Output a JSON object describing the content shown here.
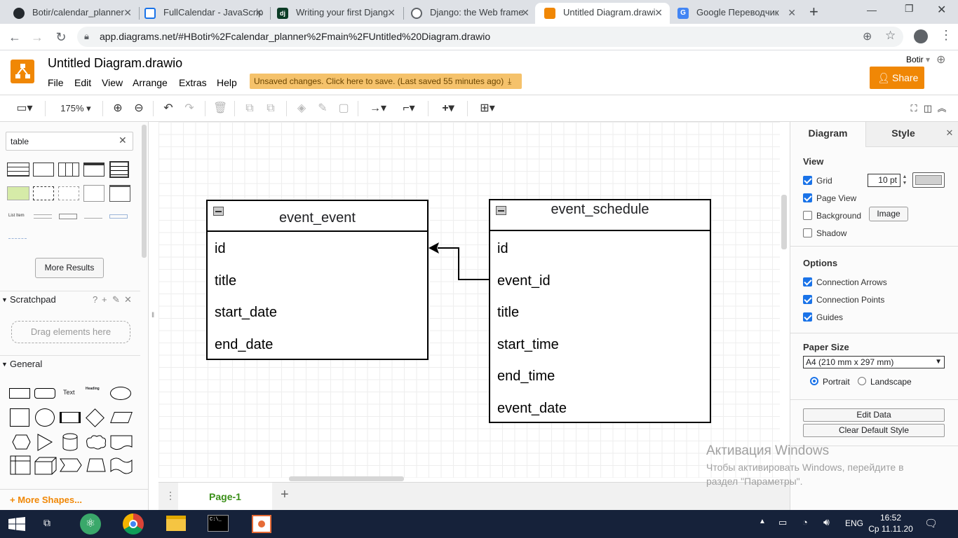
{
  "browser": {
    "tabs": [
      {
        "title": "Botir/calendar_planner",
        "active": false
      },
      {
        "title": "FullCalendar - JavaScrip",
        "active": false
      },
      {
        "title": "Writing your first Djang",
        "active": false
      },
      {
        "title": "Django: the Web frame",
        "active": false
      },
      {
        "title": "Untitled Diagram.drawi",
        "active": true
      },
      {
        "title": "Google Переводчик",
        "active": false
      }
    ],
    "url": "app.diagrams.net/#HBotir%2Fcalendar_planner%2Fmain%2FUntitled%20Diagram.drawio"
  },
  "app": {
    "title": "Untitled Diagram.drawio",
    "menu": [
      "File",
      "Edit",
      "View",
      "Arrange",
      "Extras",
      "Help"
    ],
    "unsaved_notice": "Unsaved changes. Click here to save. (Last saved 55 minutes ago)",
    "user": "Botir",
    "share_label": "Share",
    "zoom": "175%"
  },
  "sidebar": {
    "search_value": "table",
    "more_results": "More Results",
    "scratchpad": "Scratchpad",
    "scratchpad_hint": "Drag elements here",
    "general": "General",
    "text_shape": "Text",
    "heading_shape": "Heading",
    "list_item_shape": "List Item",
    "more_shapes": "More Shapes..."
  },
  "diagram": {
    "tables": [
      {
        "name": "event_event",
        "fields": [
          "id",
          "title",
          "start_date",
          "end_date"
        ]
      },
      {
        "name": "event_schedule",
        "fields": [
          "id",
          "event_id",
          "title",
          "start_time",
          "end_time",
          "event_date"
        ]
      }
    ]
  },
  "pages": {
    "current": "Page-1"
  },
  "format_panel": {
    "tabs": [
      "Diagram",
      "Style"
    ],
    "view_label": "View",
    "grid": {
      "label": "Grid",
      "checked": true,
      "size": "10 pt"
    },
    "page_view": {
      "label": "Page View",
      "checked": true
    },
    "background": {
      "label": "Background",
      "checked": false,
      "button": "Image"
    },
    "shadow": {
      "label": "Shadow",
      "checked": false
    },
    "options_label": "Options",
    "connection_arrows": {
      "label": "Connection Arrows",
      "checked": true
    },
    "connection_points": {
      "label": "Connection Points",
      "checked": true
    },
    "guides": {
      "label": "Guides",
      "checked": true
    },
    "paper_size_label": "Paper Size",
    "paper_size": "A4 (210 mm x 297 mm)",
    "portrait": "Portrait",
    "landscape": "Landscape",
    "edit_data": "Edit Data",
    "clear_default_style": "Clear Default Style"
  },
  "watermark": {
    "title": "Активация Windows",
    "text": "Чтобы активировать Windows, перейдите в раздел \"Параметры\"."
  },
  "taskbar": {
    "language": "ENG",
    "time": "16:52",
    "date": "Ср 11.11.20"
  }
}
